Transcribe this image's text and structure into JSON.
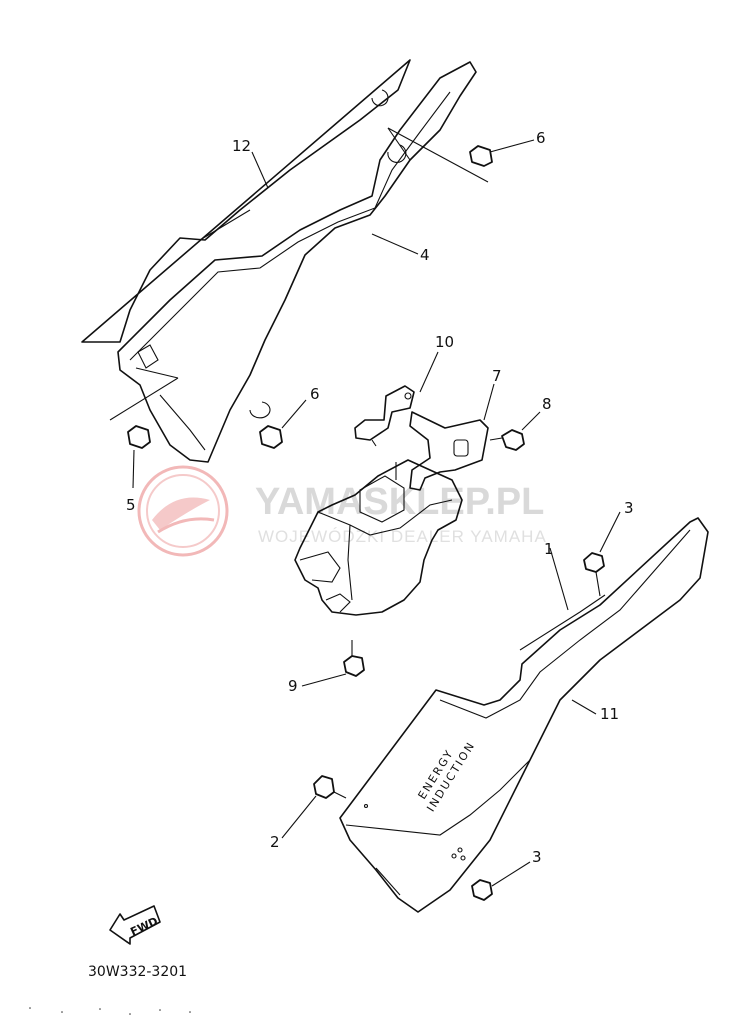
{
  "watermark": {
    "brand": "YAMASKLEP.PL",
    "tagline": "WOJEWÓDZKI DEALER YAMAHA",
    "logo_color": "#f2b8b8",
    "text_color": "#d9d9d9"
  },
  "labels": {
    "p1": "1",
    "p2": "2",
    "p3a": "3",
    "p3b": "3",
    "p4": "4",
    "p5": "5",
    "p6a": "6",
    "p6b": "6",
    "p7": "7",
    "p8": "8",
    "p9": "9",
    "p10": "10",
    "p11": "11",
    "p12": "12"
  },
  "decal": {
    "line1": "ENERGY",
    "line2": "INDUCTION"
  },
  "fwd_label": "FWD",
  "diagram_code": "30W332-3201"
}
